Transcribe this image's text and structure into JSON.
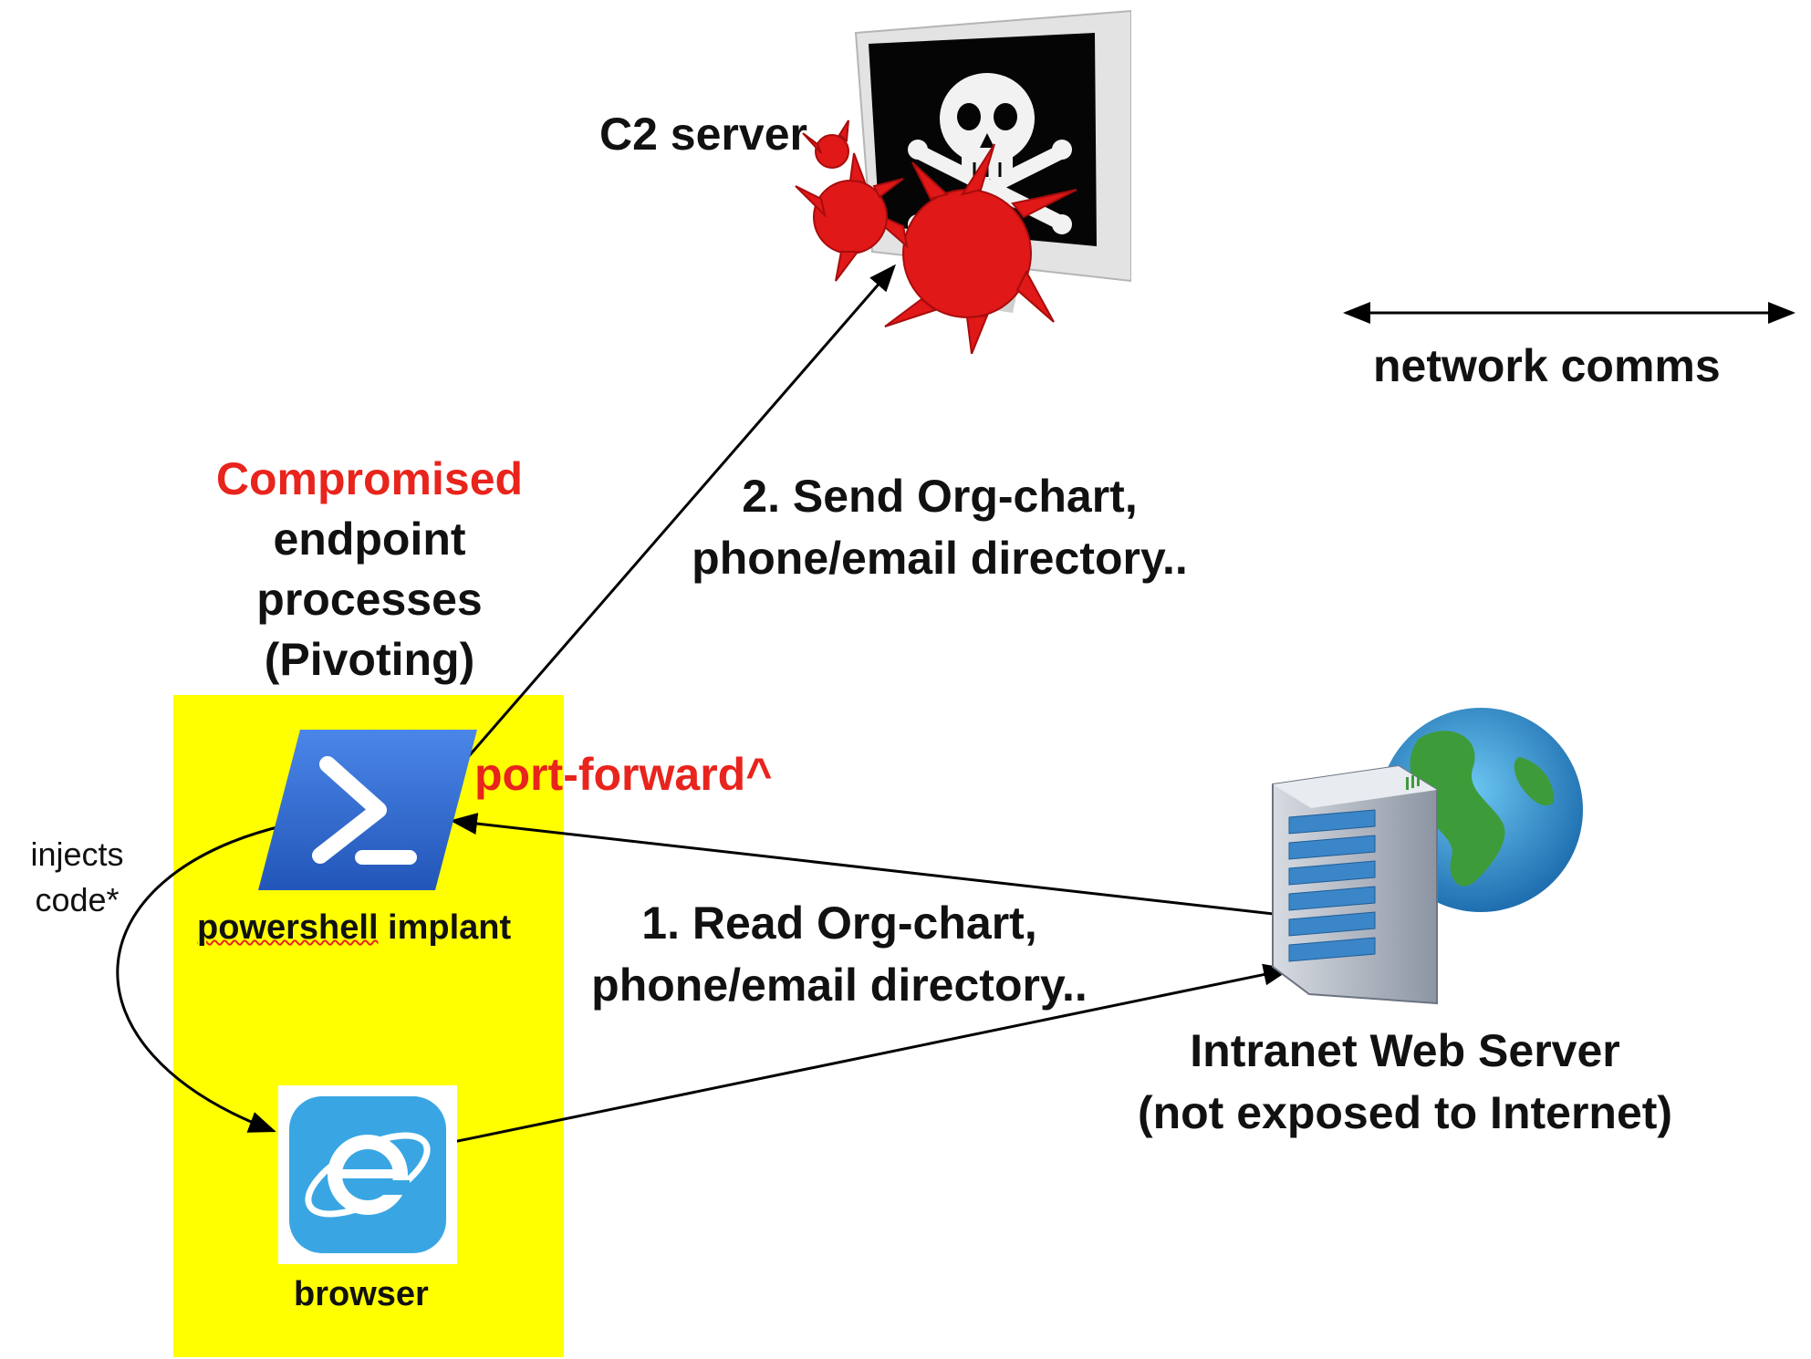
{
  "labels": {
    "c2_server": "C2 server",
    "network_legend": "network comms",
    "compromised_title": "Compromised",
    "compromised_line2": "endpoint",
    "compromised_line3": "processes",
    "compromised_line4": "(Pivoting)",
    "step2_line1": "2. Send Org-chart,",
    "step2_line2": "phone/email directory..",
    "port_forward": "port-forward^",
    "injects_line1": "injects",
    "injects_line2": "code*",
    "powershell_word": "powershell",
    "implant_word": " implant",
    "step1_line1": "1. Read Org-chart,",
    "step1_line2": "phone/email directory..",
    "intranet_line1": "Intranet Web Server",
    "intranet_line2": "(not exposed to Internet)",
    "browser": "browser"
  },
  "icons": {
    "c2": "pirate-monitor-virus-icon",
    "powershell": "powershell-icon",
    "browser": "internet-explorer-icon",
    "server": "server-globe-icon"
  },
  "colors": {
    "highlight": "#FFFF00",
    "alert_red": "#E8241C",
    "powershell_blue": "#2F6FD6",
    "ie_blue": "#39A6E3",
    "arrow": "#000000"
  }
}
